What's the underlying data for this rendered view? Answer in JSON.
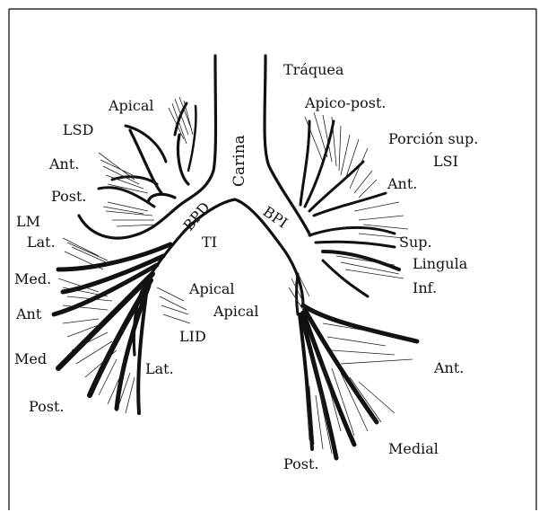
{
  "diagram": {
    "colors": {
      "ink": "#111111",
      "background": "#ffffff",
      "border": "#000000"
    },
    "labels": {
      "trachea": "Tráquea",
      "carina": "Carina",
      "bpd": "BPD",
      "bpi": "BPI",
      "ti": "TI",
      "lsd": "LSD",
      "apical_right": "Apical",
      "ant_rul": "Ant.",
      "post_rul": "Post.",
      "lm": "LM",
      "lat_ml": "Lat.",
      "med_ml": "Med.",
      "ant_rll": "Ant",
      "med_rll": "Med",
      "post_rll": "Post.",
      "lat_rll": "Lat.",
      "lid": "LID",
      "apical_rll": "Apical",
      "apical_lll": "Apical",
      "apico_post": "Apico-post.",
      "porcion_sup": "Porción sup.",
      "lsi": "LSI",
      "ant_lul": "Ant.",
      "sup_lingula": "Sup.",
      "lingula": "Lingula",
      "inf_lingula": "Inf.",
      "ant_lll": "Ant.",
      "medial_lll": "Medial",
      "post_lll": "Post."
    }
  }
}
